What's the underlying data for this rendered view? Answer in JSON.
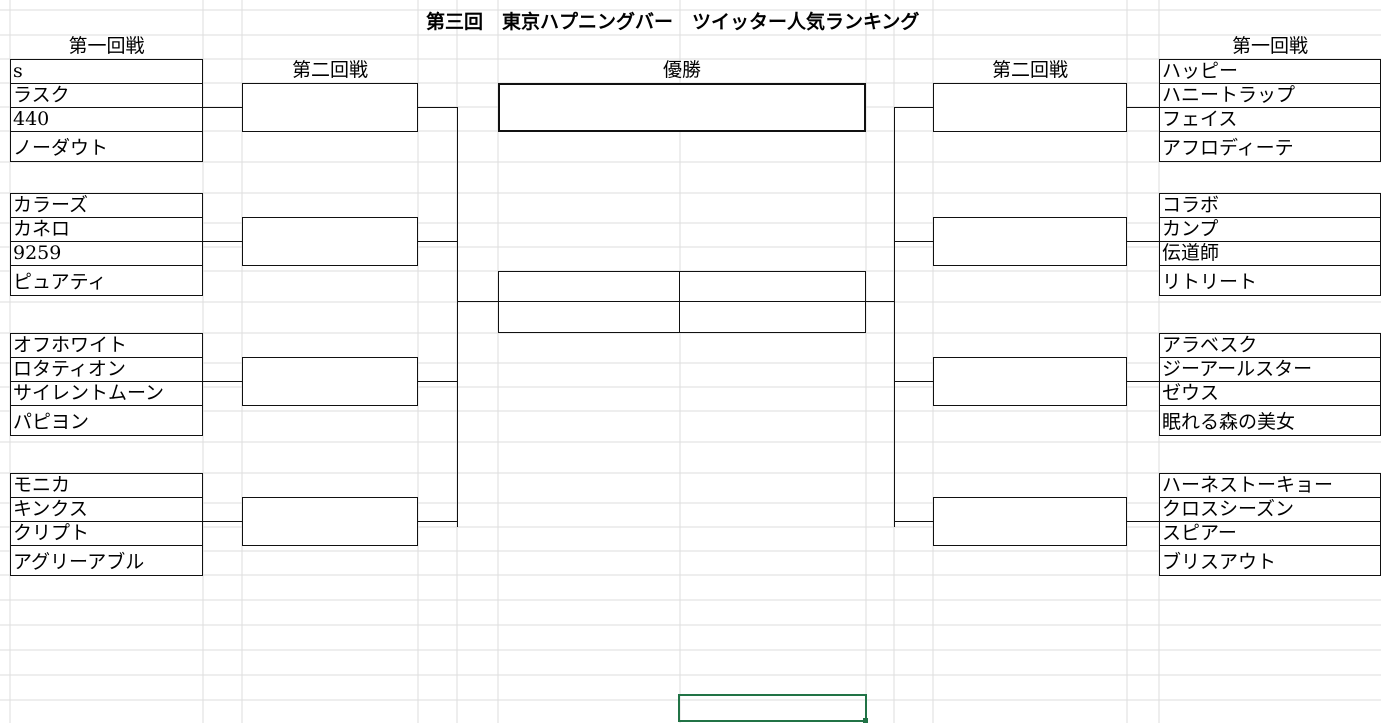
{
  "title": "第三回　東京ハプニングバー　ツイッター人気ランキング",
  "headers": {
    "round1_left": "第一回戦",
    "round2_left": "第二回戦",
    "final": "優勝",
    "round2_right": "第二回戦",
    "round1_right": "第一回戦"
  },
  "left_groups": [
    [
      "s",
      "ラスク",
      "440",
      "ノーダウト"
    ],
    [
      "カラーズ",
      "カネロ",
      "9259",
      "ピュアティ"
    ],
    [
      "オフホワイト",
      "ロタティオン",
      "サイレントムーン",
      "パピヨン"
    ],
    [
      "モニカ",
      "キンクス",
      "クリプト",
      "アグリーアブル"
    ]
  ],
  "right_groups": [
    [
      "ハッピー",
      "ハニートラップ",
      "フェイス",
      "アフロディーテ"
    ],
    [
      "コラボ",
      "カンプ",
      "伝道師",
      "リトリート"
    ],
    [
      "アラベスク",
      "ジーアールスター",
      "ゼウス",
      "眠れる森の美女"
    ],
    [
      "ハーネストーキョー",
      "クロスシーズン",
      "スピアー",
      "ブリスアウト"
    ]
  ],
  "colors": {
    "gridline": "#dedede",
    "border": "#111111",
    "selection": "#217346"
  }
}
